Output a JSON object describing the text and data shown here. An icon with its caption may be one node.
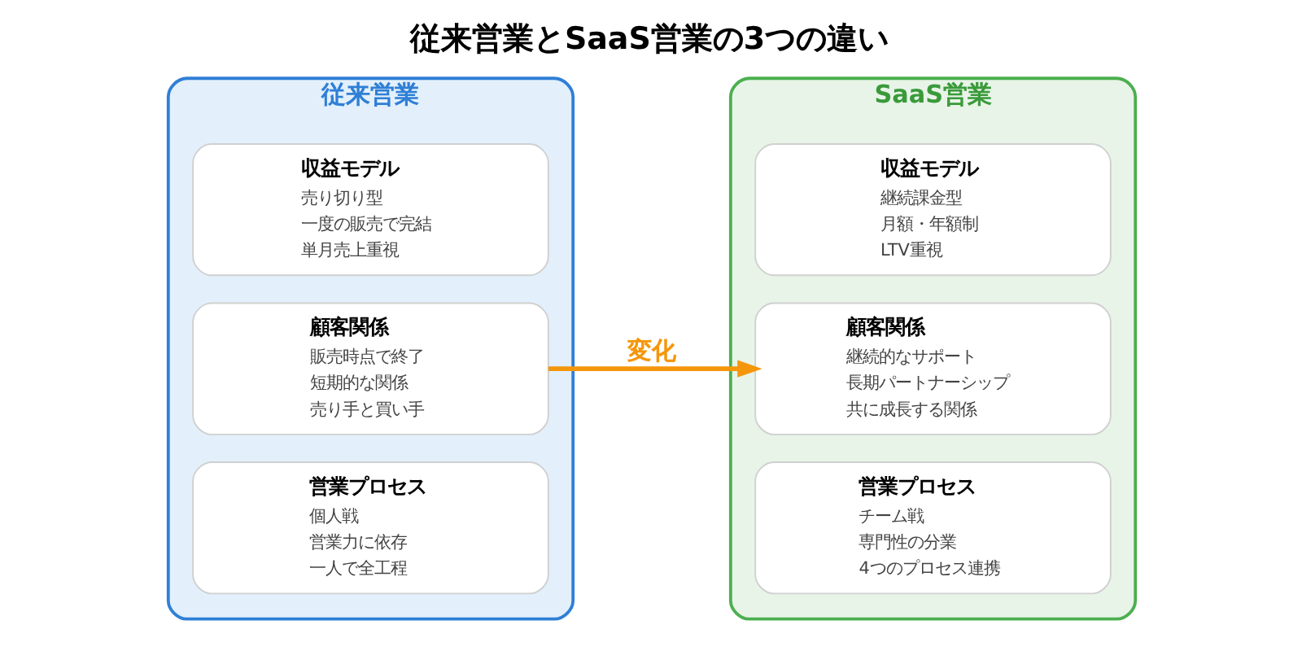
{
  "diagram": {
    "title": "従来営業とSaaS営業の3つの違い",
    "nodes": [
      {
        "text": [
          "従来営業"
        ]
      },
      {
        "text": [
          "収益モデル",
          "売り切り型",
          "一度の販売で完結",
          "単月売上重視"
        ],
        "in": 0
      },
      {
        "text": [
          "顧客関係",
          "販売時点で終了",
          "短期的な関係",
          "売り手と買い手"
        ],
        "in": 0
      },
      {
        "text": [
          "営業プロセス",
          "個人戦",
          "営業力に依存",
          "一人で全工程"
        ],
        "in": 0
      },
      {
        "text": [
          "SaaS営業"
        ]
      },
      {
        "text": [
          "収益モデル",
          "継続課金型",
          "月額・年額制",
          "LTV重視"
        ],
        "in": 4
      },
      {
        "text": [
          "顧客関係",
          "継続的なサポート",
          "長期パートナーシップ",
          "共に成長する関係"
        ],
        "in": 4
      },
      {
        "text": [
          "営業プロセス",
          "チーム戦",
          "専門性の分業",
          "4つのプロセス連携"
        ],
        "in": 4
      }
    ],
    "edges": [
      {
        "from": 2,
        "to": 6,
        "label": "変化",
        "arrow": "to",
        "color": "#f5960a"
      }
    ]
  }
}
